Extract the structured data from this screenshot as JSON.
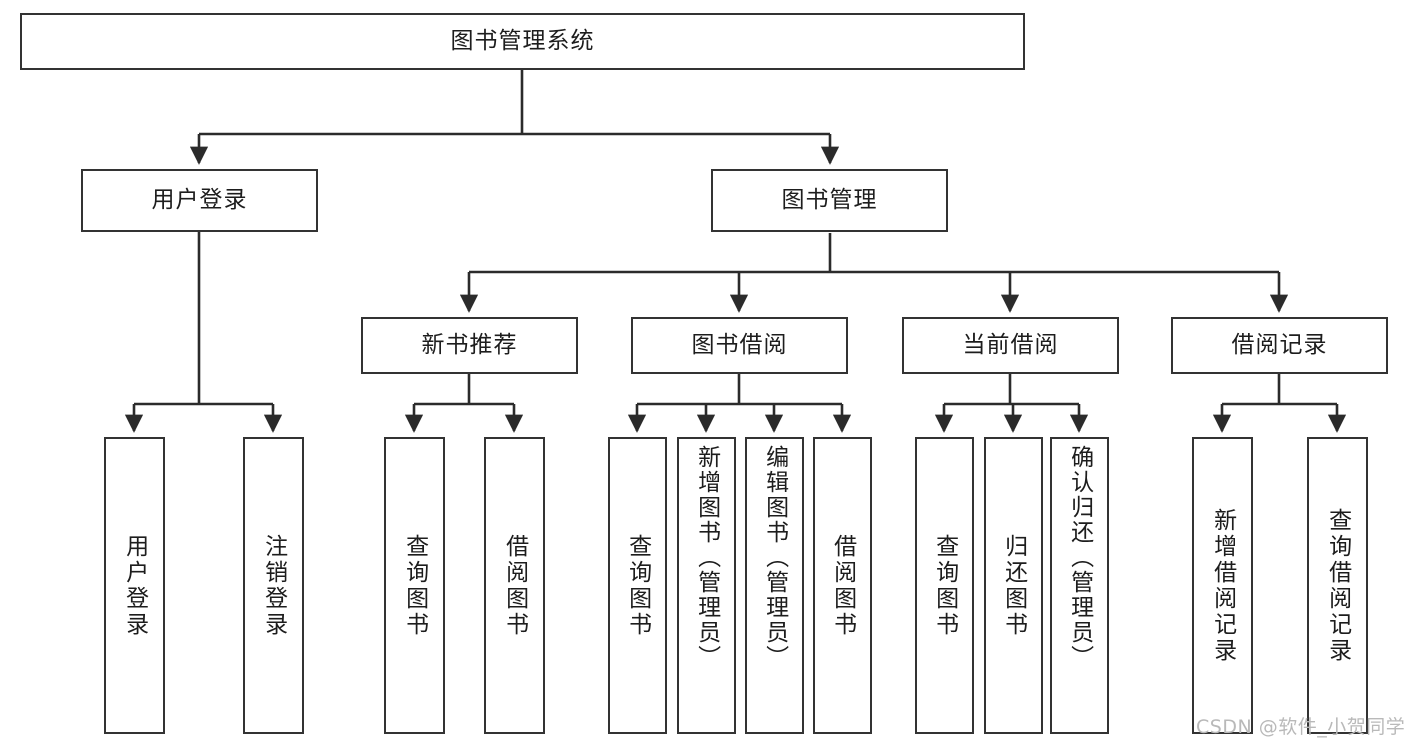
{
  "diagram": {
    "type": "tree",
    "title": "图书管理系统",
    "orientation": "top-down",
    "colors": {
      "box_border": "#333333",
      "box_fill": "#ffffff",
      "edge": "#2b2b2b",
      "text": "#1d1d1d",
      "watermark": "#b9b9b9"
    },
    "nodes": {
      "root": {
        "label": "图书管理系统"
      },
      "l2": [
        {
          "label": "用户登录"
        },
        {
          "label": "图书管理"
        }
      ],
      "l3": [
        {
          "label": "新书推荐"
        },
        {
          "label": "图书借阅"
        },
        {
          "label": "当前借阅"
        },
        {
          "label": "借阅记录"
        }
      ],
      "leaves": {
        "user_login": [
          {
            "label": "用户登录"
          },
          {
            "label": "注销登录"
          }
        ],
        "new_book": [
          {
            "label": "查询图书"
          },
          {
            "label": "借阅图书"
          }
        ],
        "book_borrow": [
          {
            "label": "查询图书"
          },
          {
            "label": "新增图书（管理员）"
          },
          {
            "label": "编辑图书（管理员）"
          },
          {
            "label": "借阅图书"
          }
        ],
        "current_borrow": [
          {
            "label": "查询图书"
          },
          {
            "label": "归还图书"
          },
          {
            "label": "确认归还（管理员）"
          }
        ],
        "borrow_record": [
          {
            "label": "新增借阅记录"
          },
          {
            "label": "查询借阅记录"
          }
        ]
      }
    }
  },
  "watermark": {
    "text": "CSDN @软件_小贺同学"
  }
}
